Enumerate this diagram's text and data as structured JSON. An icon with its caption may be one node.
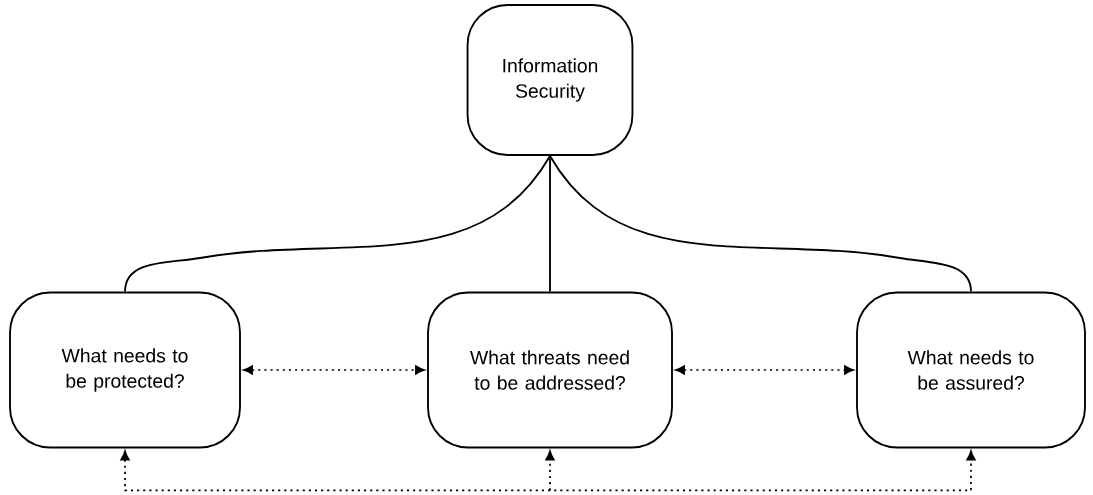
{
  "diagram": {
    "nodes": [
      {
        "text": [
          "Information Security"
        ]
      },
      {
        "text": [
          "What needs to be protected?"
        ]
      },
      {
        "text": [
          "What threats need to be addressed?"
        ]
      },
      {
        "text": [
          "What needs to be assured?"
        ]
      }
    ],
    "edges": [
      {
        "from": 0,
        "to": 1,
        "arrow": "none"
      },
      {
        "from": 0,
        "to": 2,
        "arrow": "none"
      },
      {
        "from": 0,
        "to": 3,
        "arrow": "none"
      },
      {
        "from": 1,
        "to": 2,
        "arrow": "both",
        "style": "dashed"
      },
      {
        "from": 2,
        "to": 3,
        "arrow": "both",
        "style": "dashed"
      },
      {
        "from": 1,
        "to": 3,
        "arrow": "both",
        "style": "dashed"
      },
      {
        "from": null,
        "to": 2,
        "arrow": "to",
        "style": "dashed"
      }
    ]
  }
}
